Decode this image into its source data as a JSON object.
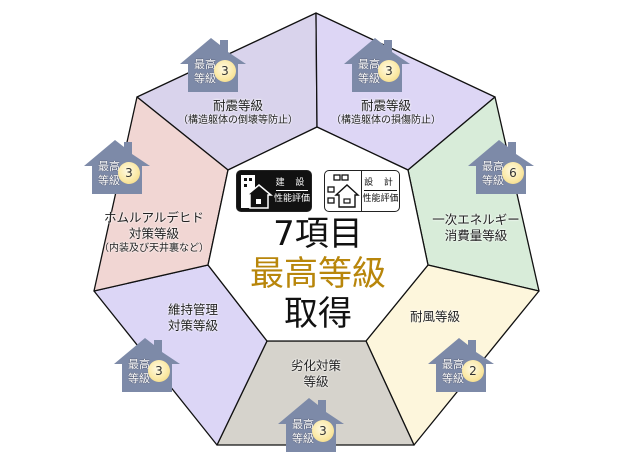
{
  "center": {
    "logo_construction": {
      "line1": "建 設",
      "line2": "性能評価"
    },
    "logo_design": {
      "line1": "設 計",
      "line2": "性能評価"
    },
    "headline_1": "7項目",
    "headline_2": "最高等級",
    "headline_3": "取得",
    "highlight_color": "#b8860b"
  },
  "segments": [
    {
      "id": "seismic-collapse",
      "title": "耐震等級",
      "subtitle": "（構造躯体の倒壊等防止）",
      "badge_label_1": "最高",
      "badge_label_2": "等級",
      "grade": "3",
      "color": "#d9d3ec"
    },
    {
      "id": "seismic-damage",
      "title": "耐震等級",
      "subtitle": "（構造躯体の損傷防止）",
      "badge_label_1": "最高",
      "badge_label_2": "等級",
      "grade": "3",
      "color": "#ddd6f5"
    },
    {
      "id": "energy",
      "title": "一次エネルギー",
      "title_2": "消費量等級",
      "badge_label_1": "最高",
      "badge_label_2": "等級",
      "grade": "6",
      "color": "#d8ecd9"
    },
    {
      "id": "wind",
      "title": "耐風等級",
      "badge_label_1": "最高",
      "badge_label_2": "等級",
      "grade": "2",
      "color": "#fdf6dc"
    },
    {
      "id": "deterioration",
      "title": "劣化対策",
      "title_2": "等級",
      "badge_label_1": "最高",
      "badge_label_2": "等級",
      "grade": "3",
      "color": "#d6d3cc"
    },
    {
      "id": "maintenance",
      "title": "維持管理",
      "title_2": "対策等級",
      "badge_label_1": "最高",
      "badge_label_2": "等級",
      "grade": "3",
      "color": "#dcd6f6"
    },
    {
      "id": "formaldehyde",
      "title": "ホムルアルデヒド",
      "title_2": "対策等級",
      "subtitle": "（内装及び天井裏など）",
      "badge_label_1": "最高",
      "badge_label_2": "等級",
      "grade": "3",
      "color": "#f1d6d3"
    }
  ],
  "house_color": "#7d8aa8"
}
